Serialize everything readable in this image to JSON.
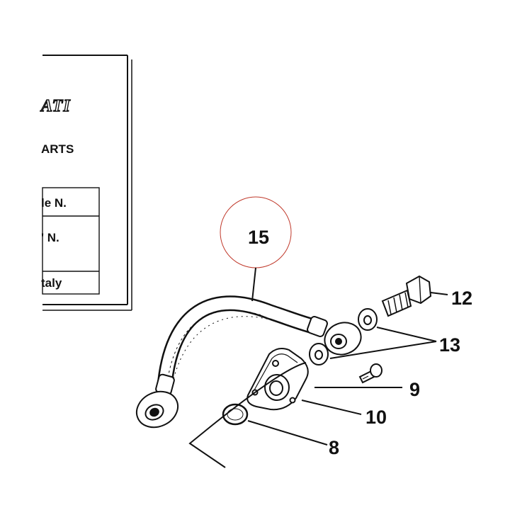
{
  "sheet": {
    "logo_fragment": "ATI",
    "heading_fragment": "ARTS",
    "rows": [
      "le N.",
      "' N.",
      "taly"
    ]
  },
  "callouts": {
    "c15": "15",
    "c12": "12",
    "c13": "13",
    "c9": "9",
    "c10": "10",
    "c8": "8"
  }
}
